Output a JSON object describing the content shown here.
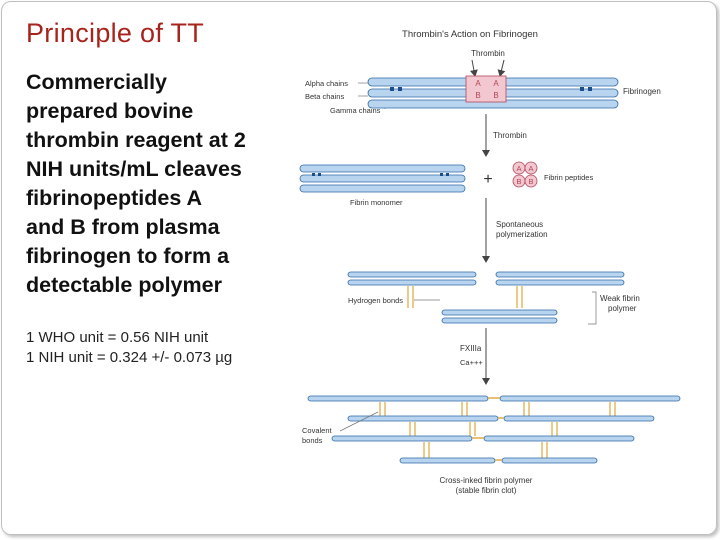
{
  "slide": {
    "title": "Principle of TT",
    "body_lines": [
      "Commercially",
      "prepared bovine",
      "thrombin reagent at 2",
      "NIH units/mL cleaves",
      "fibrinopeptides A",
      "and B from plasma",
      "fibrinogen to form a",
      "detectable polymer"
    ],
    "notes": [
      "1 WHO unit = 0.56 NIH unit",
      "1 NIH unit = 0.324 +/- 0.073 µg"
    ]
  },
  "diagram": {
    "title": "Thrombin's Action on Fibrinogen",
    "thrombin_top": "Thrombin",
    "alpha_chains": "Alpha chains",
    "beta_chains": "Beta chains",
    "gamma_chains": "Gamma chains",
    "fibrinogen": "Fibrinogen",
    "peptide_a": "A",
    "peptide_b": "B",
    "thrombin_mid": "Thrombin",
    "plus": "+",
    "fibrin_peptides": "Fibrin peptides",
    "fibrin_monomer": "Fibrin monomer",
    "spont_1": "Spontaneous",
    "spont_2": "polymerization",
    "hydrogen_bonds": "Hydrogen bonds",
    "weak_1": "Weak fibrin",
    "weak_2": "polymer",
    "fxiiia": "FXIIIa",
    "ca": "Ca+++",
    "covalent_1": "Covalent",
    "covalent_2": "bonds",
    "crosslinked_1": "Cross-inked fibrin polymer",
    "crosslinked_2": "(stable fibrin clot)",
    "colors": {
      "rod_fill": "#b9d4ee",
      "rod_stroke": "#2f6aa8",
      "node": "#1b4f8a",
      "bond": "#e0a63a",
      "peptide_fill": "#f2c7cf",
      "peptide_stroke": "#b0475c",
      "title_red": "#a8231c",
      "arrow": "#444444"
    }
  }
}
